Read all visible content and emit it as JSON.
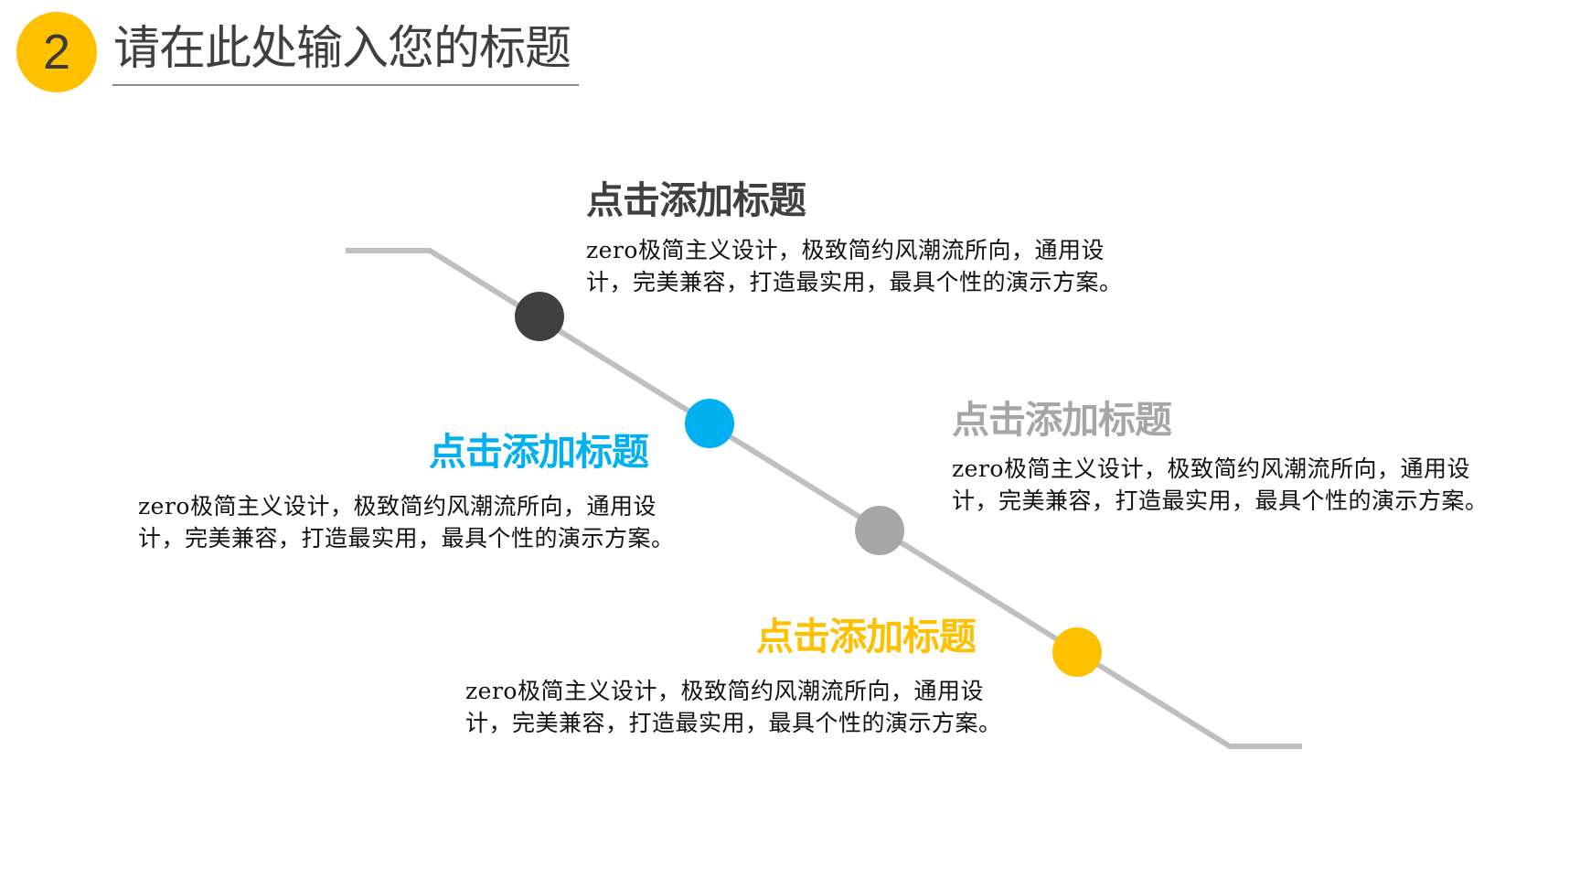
{
  "header": {
    "number": "2",
    "title": "请在此处输入您的标题",
    "badge_color": "#FFC000"
  },
  "timeline": {
    "line_color": "#BFBFBF",
    "items": [
      {
        "heading": "点击添加标题",
        "body": "zero极简主义设计，极致简约风潮流所向，通用设计，完美兼容，打造最实用，最具个性的演示方案。",
        "color": "#404040",
        "text_align": "left"
      },
      {
        "heading": "点击添加标题",
        "body": "zero极简主义设计，极致简约风潮流所向，通用设计，完美兼容，打造最实用，最具个性的演示方案。",
        "color": "#00B0F0",
        "text_align": "right"
      },
      {
        "heading": "点击添加标题",
        "body": "zero极简主义设计，极致简约风潮流所向，通用设计，完美兼容，打造最实用，最具个性的演示方案。",
        "color": "#A6A6A6",
        "text_align": "left"
      },
      {
        "heading": "点击添加标题",
        "body": "zero极简主义设计，极致简约风潮流所向，通用设计，完美兼容，打造最实用，最具个性的演示方案。",
        "color": "#FFC000",
        "text_align": "right"
      }
    ]
  }
}
